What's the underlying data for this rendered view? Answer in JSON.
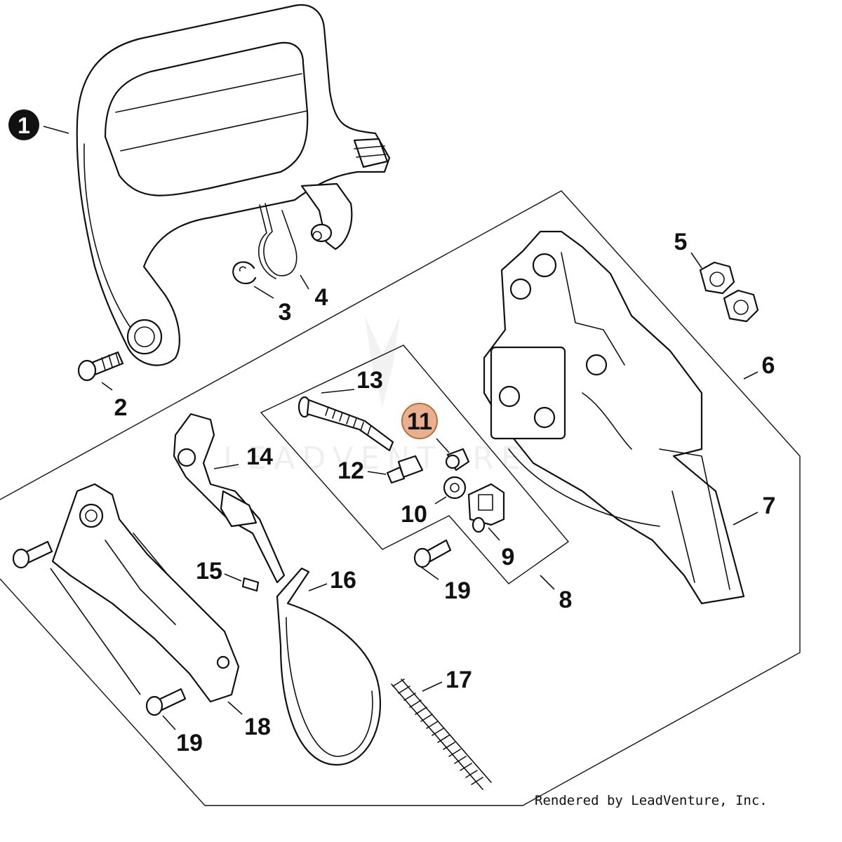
{
  "diagram": {
    "callouts": [
      {
        "id": "1",
        "label": "1"
      },
      {
        "id": "2",
        "label": "2"
      },
      {
        "id": "3",
        "label": "3"
      },
      {
        "id": "4",
        "label": "4"
      },
      {
        "id": "5",
        "label": "5"
      },
      {
        "id": "6",
        "label": "6"
      },
      {
        "id": "7",
        "label": "7"
      },
      {
        "id": "8",
        "label": "8"
      },
      {
        "id": "9",
        "label": "9"
      },
      {
        "id": "10",
        "label": "10"
      },
      {
        "id": "11",
        "label": "11"
      },
      {
        "id": "12",
        "label": "12"
      },
      {
        "id": "13",
        "label": "13"
      },
      {
        "id": "14",
        "label": "14"
      },
      {
        "id": "15",
        "label": "15"
      },
      {
        "id": "16",
        "label": "16"
      },
      {
        "id": "17",
        "label": "17"
      },
      {
        "id": "18",
        "label": "18"
      },
      {
        "id": "19a",
        "label": "19"
      },
      {
        "id": "19b",
        "label": "19"
      }
    ],
    "highlighted_callout": "11",
    "highlight_color": "#e8b08e",
    "badge_color": "#111111",
    "watermark": "LEADVENTURE"
  },
  "footer": {
    "credit": "Rendered by LeadVenture, Inc."
  }
}
